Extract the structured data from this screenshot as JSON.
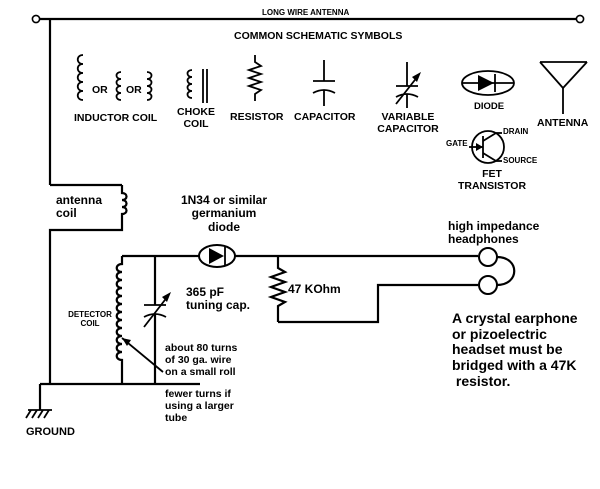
{
  "antenna_label": "LONG WIRE ANTENNA",
  "symbols_header": "COMMON SCHEMATIC SYMBOLS",
  "symbols": {
    "or_1": "OR",
    "or_2": "OR",
    "inductor": "INDUCTOR COIL",
    "choke": "CHOKE\nCOIL",
    "resistor": "RESISTOR",
    "capacitor": "CAPACITOR",
    "variable_capacitor": "VARIABLE\nCAPACITOR",
    "diode": "DIODE",
    "antenna": "ANTENNA",
    "fet_gate": "GATE",
    "fet_drain": "DRAIN",
    "fet_source": "SOURCE",
    "fet": "FET\nTRANSISTOR"
  },
  "circuit": {
    "antenna_coil": "antenna\ncoil",
    "diode": "1N34 or similar\ngermanium\ndiode",
    "capacitor": "365 pF\ntuning cap.",
    "resistor": "47 KOhm",
    "detector_coil": "DETECTOR\nCOIL",
    "turns_note": "about 80 turns\nof 30 ga. wire\non a small roll",
    "fewer_turns_note": "fewer turns if\nusing a larger\ntube",
    "headphones": "high impedance\nheadphones",
    "crystal_note": "A crystal earphone\nor pizoelectric\nheadset must be\nbridged with a 47K\n resistor.",
    "ground": "GROUND"
  }
}
